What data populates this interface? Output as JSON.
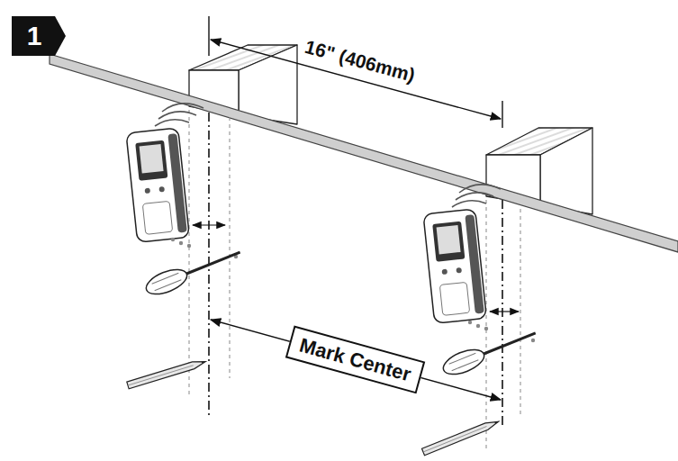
{
  "diagram": {
    "nodes": [
      {
        "text": [
          "1"
        ]
      },
      {
        "text": [
          "Mark Center"
        ]
      }
    ],
    "labels": [
      "16\" (406mm)"
    ]
  }
}
